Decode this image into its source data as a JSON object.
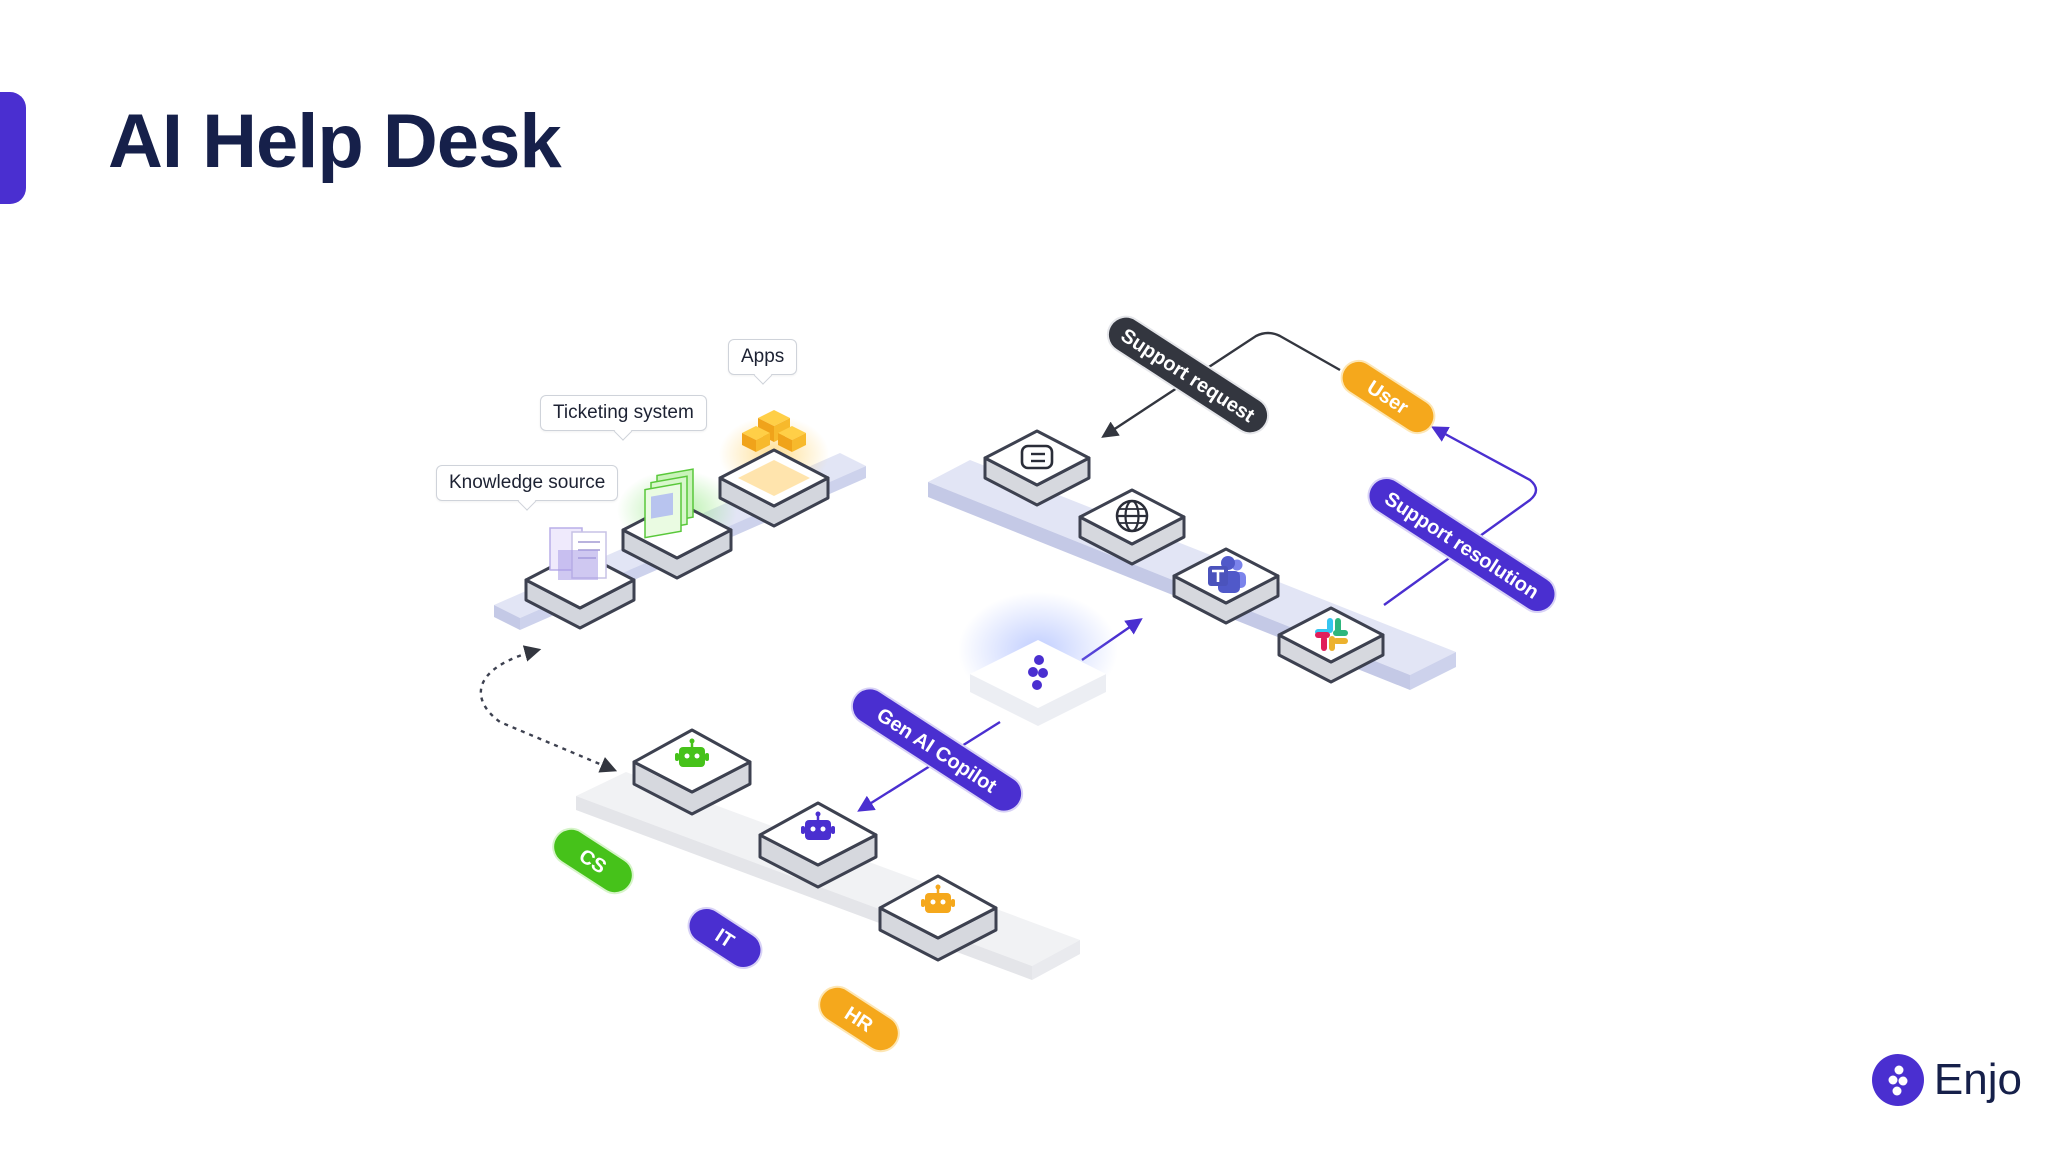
{
  "slide": {
    "title": "AI Help Desk"
  },
  "sources": {
    "knowledge_label": "Knowledge source",
    "ticketing_label": "Ticketing system",
    "apps_label": "Apps"
  },
  "flow": {
    "support_request": "Support request",
    "user": "User",
    "support_resolution": "Support resolution",
    "gen_ai_copilot": "Gen AI Copilot"
  },
  "teams": {
    "cs": "CS",
    "it": "IT",
    "hr": "HR"
  },
  "channels": [
    "chat-icon",
    "globe-icon",
    "teams-icon",
    "slack-icon"
  ],
  "brand": {
    "name": "Enjo"
  },
  "colors": {
    "accent": "#4a2fd0",
    "navy": "#16204a",
    "dark_pill": "#33363f",
    "green": "#46c21a",
    "orange": "#f5a81c",
    "platform": "#dde0f3"
  }
}
